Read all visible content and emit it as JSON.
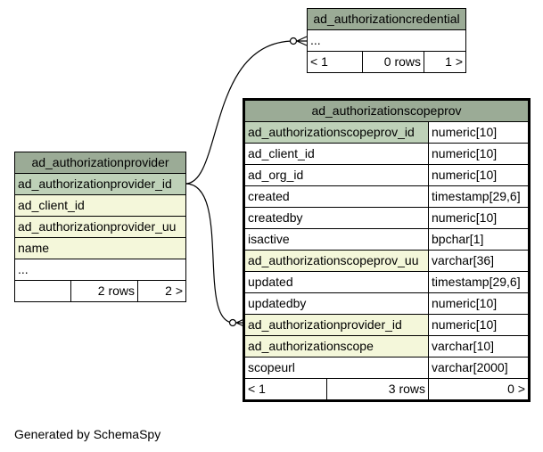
{
  "credential": {
    "name": "ad_authorizationcredential",
    "ellipsis": "...",
    "prev": "< 1",
    "rows": "0 rows",
    "next": "1 >"
  },
  "provider": {
    "name": "ad_authorizationprovider",
    "columns": [
      "ad_authorizationprovider_id",
      "ad_client_id",
      "ad_authorizationprovider_uu",
      "name"
    ],
    "ellipsis": "...",
    "prev": "",
    "rows": "2 rows",
    "next": "2 >"
  },
  "scope": {
    "name": "ad_authorizationscopeprov",
    "columns": [
      {
        "name": "ad_authorizationscopeprov_id",
        "type": "numeric[10]"
      },
      {
        "name": "ad_client_id",
        "type": "numeric[10]"
      },
      {
        "name": "ad_org_id",
        "type": "numeric[10]"
      },
      {
        "name": "created",
        "type": "timestamp[29,6]"
      },
      {
        "name": "createdby",
        "type": "numeric[10]"
      },
      {
        "name": "isactive",
        "type": "bpchar[1]"
      },
      {
        "name": "ad_authorizationscopeprov_uu",
        "type": "varchar[36]"
      },
      {
        "name": "updated",
        "type": "timestamp[29,6]"
      },
      {
        "name": "updatedby",
        "type": "numeric[10]"
      },
      {
        "name": "ad_authorizationprovider_id",
        "type": "numeric[10]"
      },
      {
        "name": "ad_authorizationscope",
        "type": "varchar[10]"
      },
      {
        "name": "scopeurl",
        "type": "varchar[2000]"
      }
    ],
    "prev": "< 1",
    "rows": "3 rows",
    "next": "0 >"
  },
  "credit": "Generated by SchemaSpy"
}
